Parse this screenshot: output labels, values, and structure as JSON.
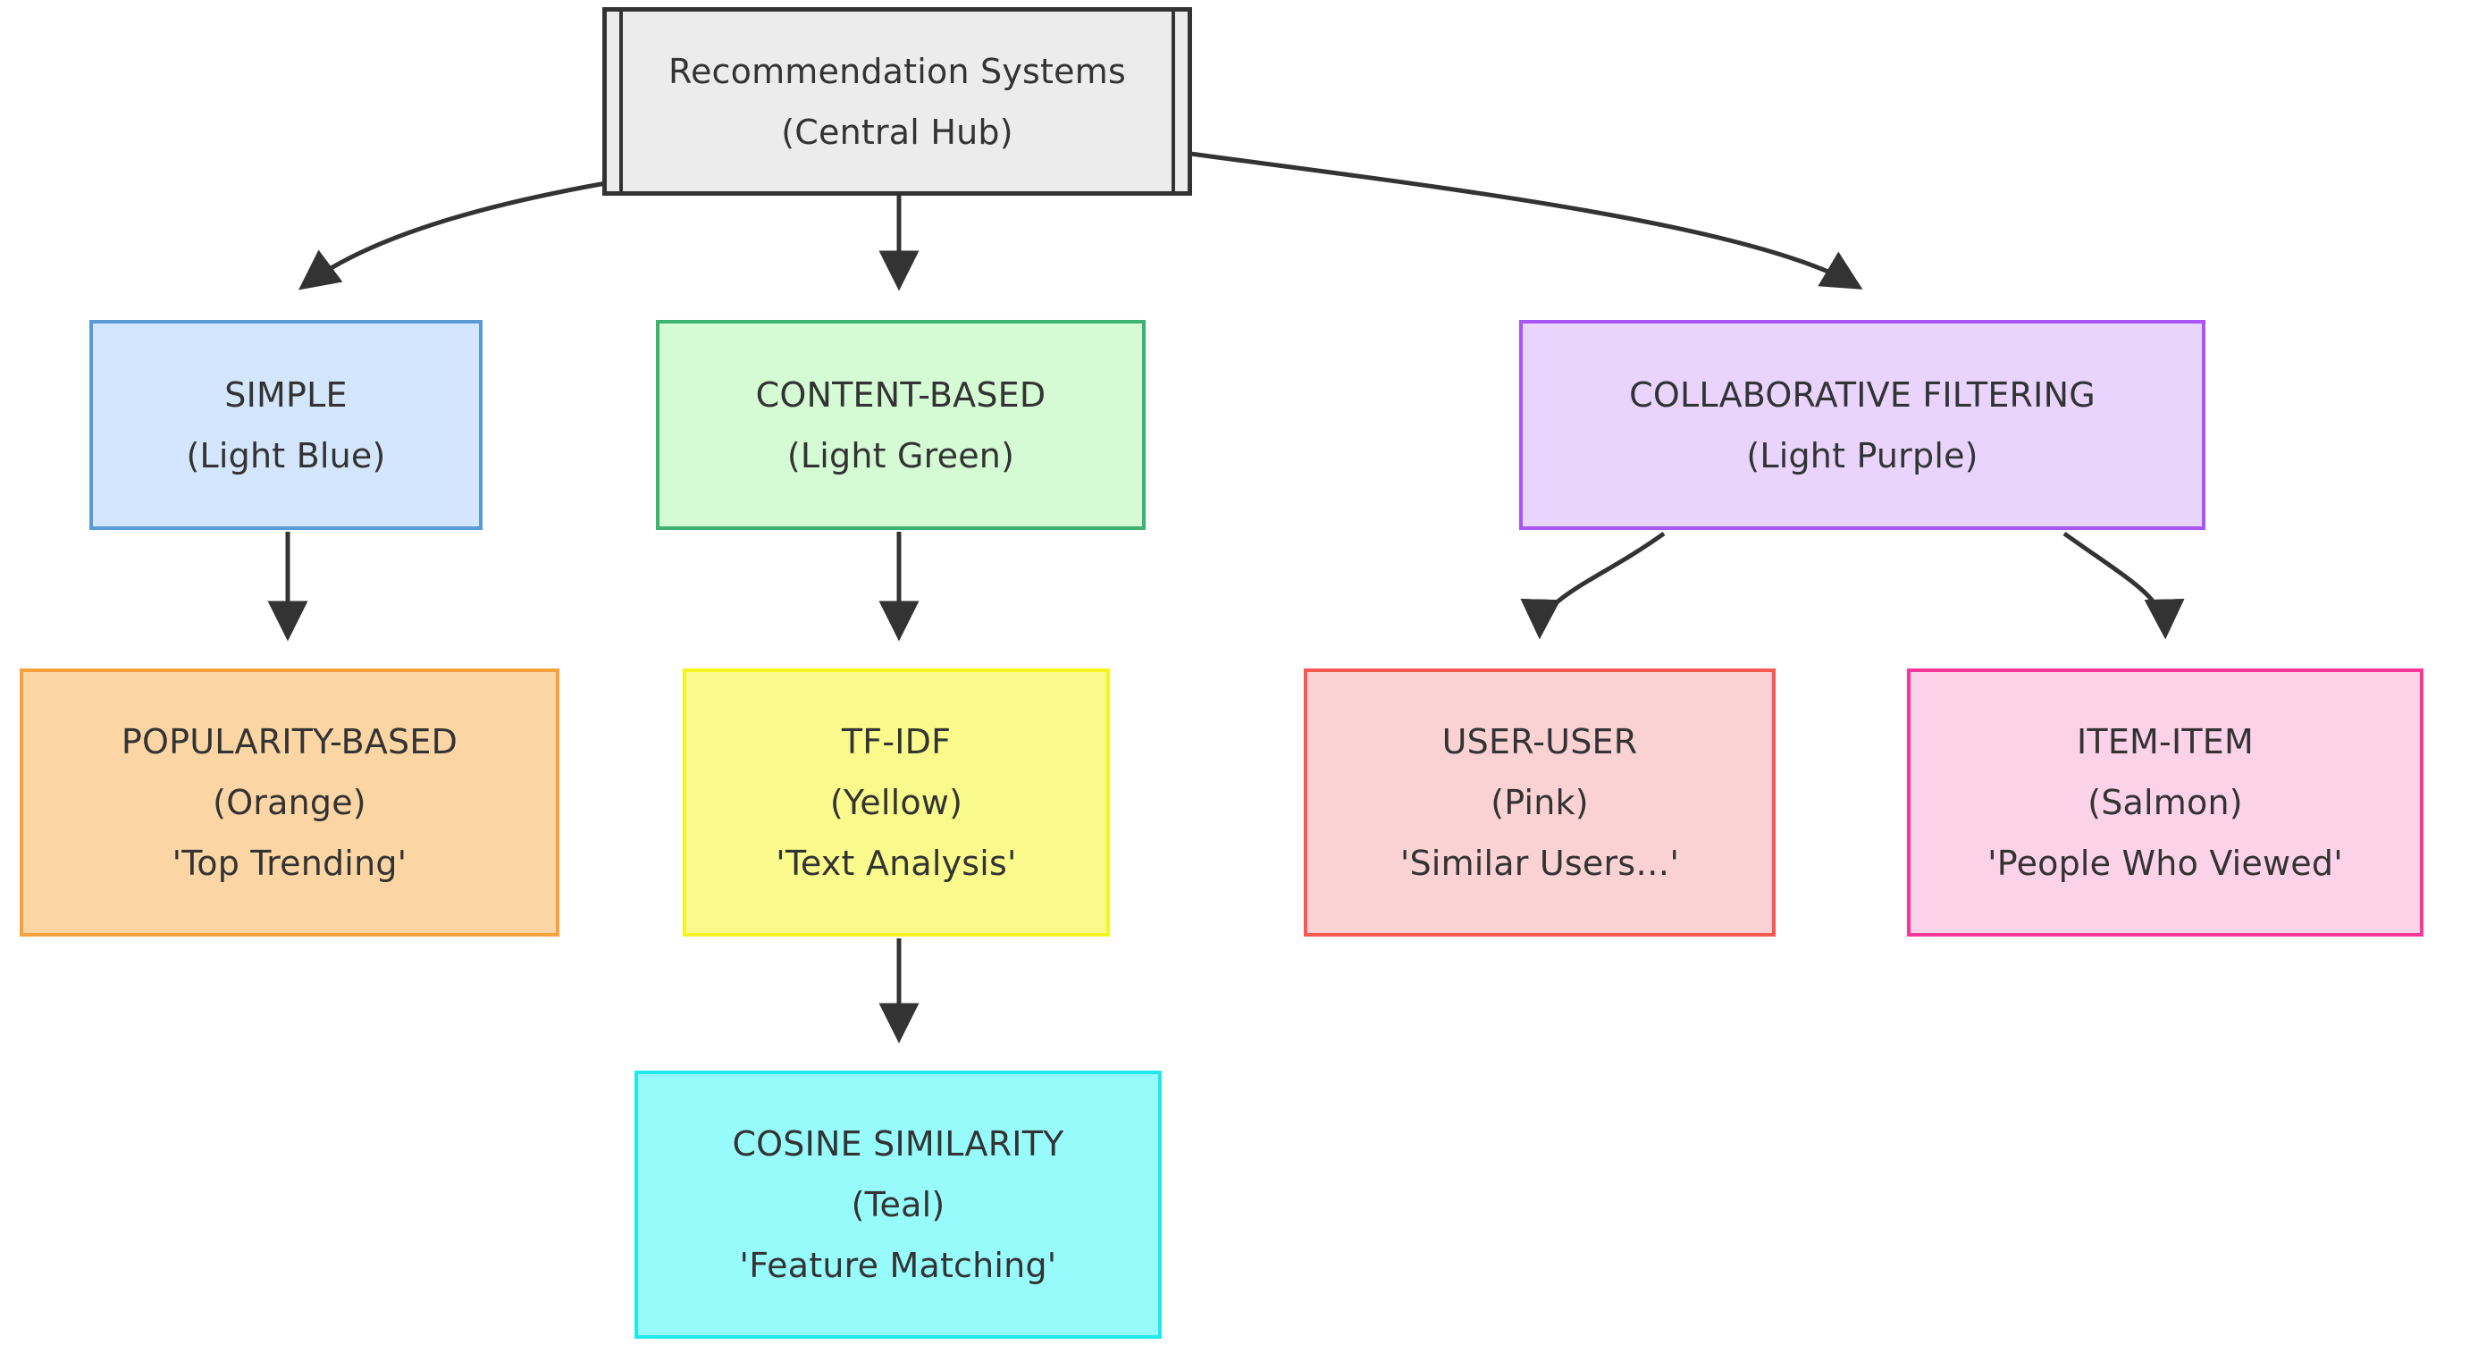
{
  "diagram": {
    "type": "flowchart",
    "direction": "top-down",
    "background": "#ffffff",
    "edge_color": "#333333",
    "text_color": "#333333"
  },
  "nodes": {
    "hub": {
      "id": "hub",
      "shape": "subroutine",
      "lines": [
        "Recommendation Systems",
        "(Central Hub)"
      ],
      "line1": "Recommendation Systems",
      "line2": "(Central Hub)",
      "fill": "#ececec",
      "stroke": "#333333"
    },
    "simple": {
      "id": "simple",
      "shape": "rect",
      "line1": "SIMPLE",
      "line2": "(Light Blue)",
      "fill": "#d3e6fb",
      "stroke": "#5b9bd5"
    },
    "content": {
      "id": "content",
      "shape": "rect",
      "line1": "CONTENT-BASED",
      "line2": "(Light Green)",
      "fill": "#d4fbd4",
      "stroke": "#3cb371"
    },
    "collaborative": {
      "id": "collaborative",
      "shape": "rect",
      "line1": "COLLABORATIVE FILTERING",
      "line2": "(Light Purple)",
      "fill": "#e8d4fc",
      "stroke": "#a855f7"
    },
    "popularity": {
      "id": "popularity",
      "shape": "rect",
      "line1": "POPULARITY-BASED",
      "line2": "(Orange)",
      "line3": "'Top Trending'",
      "fill": "#fbd6a4",
      "stroke": "#f6a13c"
    },
    "tfidf": {
      "id": "tfidf",
      "shape": "rect",
      "line1": "TF-IDF",
      "line2": "(Yellow)",
      "line3": "'Text Analysis'",
      "fill": "#fafa8c",
      "stroke": "#f5f51e"
    },
    "useruser": {
      "id": "useruser",
      "shape": "rect",
      "line1": "USER-USER",
      "line2": "(Pink)",
      "line3": "'Similar Users…'",
      "fill": "#fbd2d3",
      "stroke": "#f9584f"
    },
    "itemitem": {
      "id": "itemitem",
      "shape": "rect",
      "line1": "ITEM-ITEM",
      "line2": "(Salmon)",
      "line3": "'People Who Viewed'",
      "fill": "#fcd2e8",
      "stroke": "#f7379a"
    },
    "cosine": {
      "id": "cosine",
      "shape": "rect",
      "line1": "COSINE SIMILARITY",
      "line2": "(Teal)",
      "line3": "'Feature Matching'",
      "fill": "#97fbfb",
      "stroke": "#22e8ee"
    }
  },
  "edges": [
    {
      "from": "hub",
      "to": "simple",
      "style": "curved",
      "arrow": "triangle"
    },
    {
      "from": "hub",
      "to": "content",
      "style": "straight",
      "arrow": "triangle"
    },
    {
      "from": "hub",
      "to": "collaborative",
      "style": "curved",
      "arrow": "triangle"
    },
    {
      "from": "simple",
      "to": "popularity",
      "style": "straight",
      "arrow": "triangle"
    },
    {
      "from": "content",
      "to": "tfidf",
      "style": "straight",
      "arrow": "triangle"
    },
    {
      "from": "collaborative",
      "to": "useruser",
      "style": "curved",
      "arrow": "triangle"
    },
    {
      "from": "collaborative",
      "to": "itemitem",
      "style": "curved",
      "arrow": "triangle"
    },
    {
      "from": "tfidf",
      "to": "cosine",
      "style": "straight",
      "arrow": "triangle"
    }
  ]
}
